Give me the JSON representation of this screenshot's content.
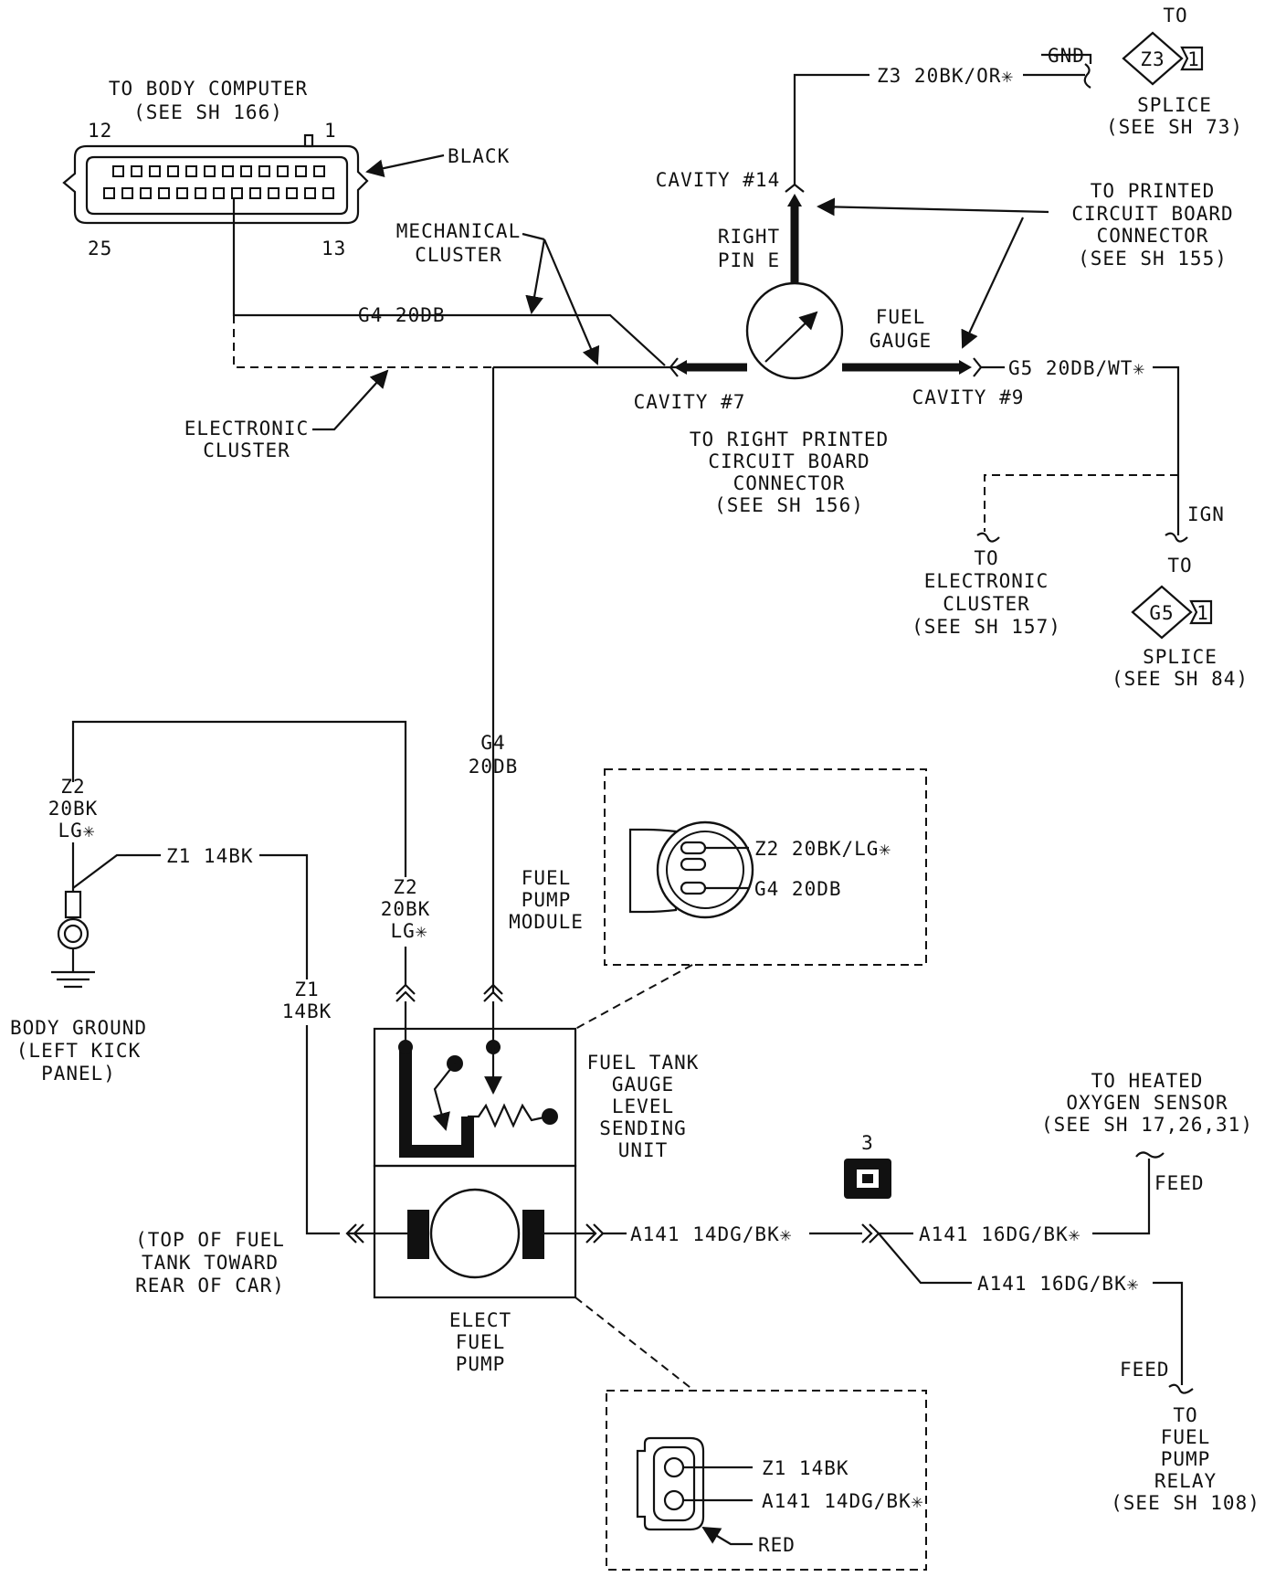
{
  "body_computer": {
    "title_line1": "TO BODY COMPUTER",
    "title_line2": "(SEE SH 166)",
    "pin_12": "12",
    "pin_1": "1",
    "pin_25": "25",
    "pin_13": "13",
    "color_callout": "BLACK"
  },
  "cluster": {
    "mechanical_line1": "MECHANICAL",
    "mechanical_line2": "CLUSTER",
    "electronic_line1": "ELECTRONIC",
    "electronic_line2": "CLUSTER"
  },
  "wires": {
    "g4_top": "G4 20DB",
    "g4_vertical_line1": "G4",
    "g4_vertical_line2": "20DB",
    "z3": "Z3 20BK/OR✳",
    "g5": "G5 20DB/WT✳",
    "z2_left_line1": "Z2",
    "z2_left_line2": "20BK",
    "z2_left_line3": "LG✳",
    "z2_mid_line1": "Z2",
    "z2_mid_line2": "20BK",
    "z2_mid_line3": "LG✳",
    "z1_h": "Z1 14BK",
    "z1_v_line1": "Z1",
    "z1_v_line2": "14BK",
    "a141_main": "A141 14DG/BK✳",
    "a141_upper": "A141 16DG/BK✳",
    "a141_lower": "A141 16DG/BK✳"
  },
  "gnd": "GND",
  "ign": "IGN",
  "splice_z3": {
    "to": "TO",
    "code": "Z3",
    "pin": "1",
    "line1": "SPLICE",
    "line2": "(SEE SH 73)"
  },
  "splice_g5": {
    "to": "TO",
    "code": "G5",
    "pin": "1",
    "line1": "SPLICE",
    "line2": "(SEE SH 84)"
  },
  "gauge": {
    "cavity14": "CAVITY #14",
    "cavity7": "CAVITY #7",
    "cavity9": "CAVITY #9",
    "right_pin_line1": "RIGHT",
    "right_pin_line2": "PIN E",
    "fuel_gauge_line1": "FUEL",
    "fuel_gauge_line2": "GAUGE"
  },
  "pcb_connector": {
    "line1": "TO PRINTED",
    "line2": "CIRCUIT BOARD",
    "line3": "CONNECTOR",
    "line4": "(SEE SH 155)"
  },
  "right_pcb": {
    "line1": "TO RIGHT PRINTED",
    "line2": "CIRCUIT BOARD",
    "line3": "CONNECTOR",
    "line4": "(SEE SH 156)"
  },
  "to_electronic_cluster": {
    "line1": "TO",
    "line2": "ELECTRONIC",
    "line3": "CLUSTER",
    "line4": "(SEE SH 157)"
  },
  "body_ground": {
    "line1": "BODY GROUND",
    "line2": "(LEFT KICK",
    "line3": "PANEL)"
  },
  "fuel_pump_module": {
    "line1": "FUEL",
    "line2": "PUMP",
    "line3": "MODULE"
  },
  "sending_unit": {
    "line1": "FUEL TANK",
    "line2": "GAUGE",
    "line3": "LEVEL",
    "line4": "SENDING",
    "line5": "UNIT"
  },
  "tank_location": {
    "line1": "(TOP OF FUEL",
    "line2": "TANK TOWARD",
    "line3": "REAR OF CAR)"
  },
  "elect_fuel_pump": {
    "line1": "ELECT",
    "line2": "FUEL",
    "line3": "PUMP"
  },
  "inset_module": {
    "pin_z2": "Z2 20BK/LG✳",
    "pin_g4": "G4 20DB"
  },
  "inset_pump": {
    "pin_z1": "Z1 14BK",
    "pin_a141": "A141 14DG/BK✳",
    "color_callout": "RED"
  },
  "connector_3": "3",
  "heated_o2": {
    "line1": "TO HEATED",
    "line2": "OXYGEN SENSOR",
    "line3": "(SEE SH 17,26,31)",
    "feed": "FEED"
  },
  "fuel_pump_relay": {
    "feed": "FEED",
    "line1": "TO",
    "line2": "FUEL",
    "line3": "PUMP",
    "line4": "RELAY",
    "line5": "(SEE SH 108)"
  }
}
